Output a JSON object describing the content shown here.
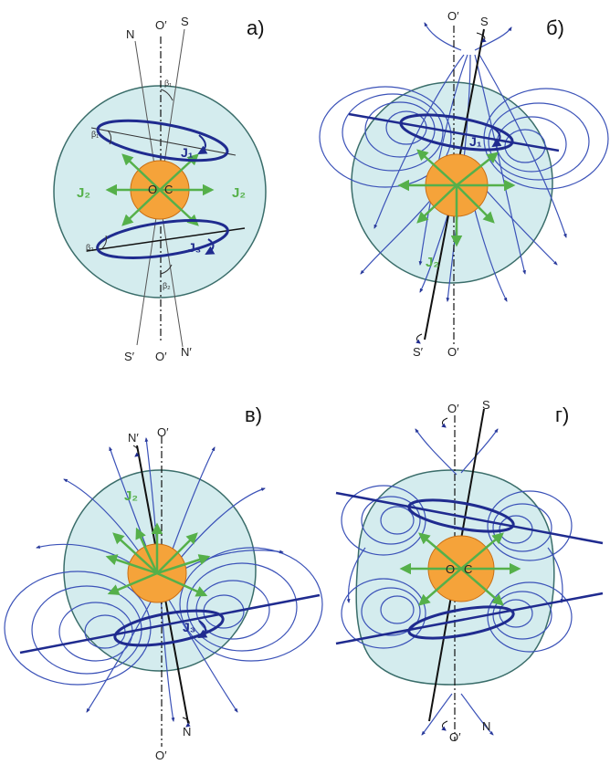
{
  "panels": {
    "a": {
      "label": "а)",
      "labels": {
        "N": "N",
        "O_top": "O′",
        "S": "S",
        "S_bot": "S′",
        "O_bot": "O′",
        "N_bot": "N′",
        "J1": "J₁",
        "J2_left": "J₂",
        "J2_right": "J₂",
        "J3": "J₃",
        "O": "O",
        "C": "C",
        "b1": "β₁",
        "b1b": "β₁",
        "b2": "β₂",
        "b2b": "β₂"
      }
    },
    "b": {
      "label": "б)",
      "labels": {
        "O_top": "O′",
        "S": "S",
        "S_bot": "S′",
        "O_bot": "O′",
        "J1": "J₁",
        "J2": "J₂"
      }
    },
    "c": {
      "label": "в)",
      "labels": {
        "N_top": "N′",
        "O_top": "O′",
        "J2": "J₂",
        "J3": "J₃",
        "N_bot": "N",
        "O_bot": "O′"
      }
    },
    "d": {
      "label": "г)",
      "labels": {
        "O_top": "O′",
        "S": "S",
        "O": "O",
        "C": "C",
        "O_bot": "O′",
        "N": "N"
      }
    }
  },
  "colors": {
    "sphere": "#d4ecee",
    "sphere_stroke": "#3a6d6a",
    "core": "#f5a33a",
    "core_stroke": "#c86e14",
    "current_loop": "#1f2b8f",
    "field_line": "#3b52b8",
    "arrow_green": "#55b04a",
    "axis": "#111111"
  }
}
